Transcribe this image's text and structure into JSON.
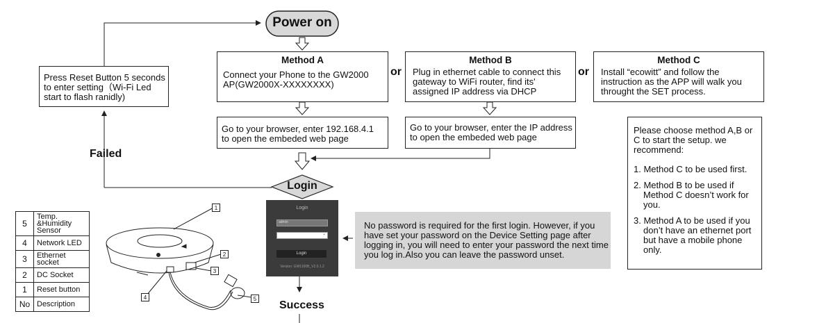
{
  "power_on": "Power on",
  "method_a": {
    "title": "Method A",
    "text": "Connect your Phone to the GW2000 AP(GW2000X-XXXXXXXX)",
    "step2": "Go to your browser, enter 192.168.4.1 to open the embeded web page"
  },
  "method_b": {
    "title": "Method B",
    "text": "Plug in ethernet cable to connect this gateway to WiFi router, find its' assigned IP address via DHCP",
    "step2": "Go to your browser, enter the IP address to open the embeded web page"
  },
  "method_c": {
    "title": "Method C",
    "text": "Install  “ecowitt” and follow the instruction as the APP will walk you throught the SET process."
  },
  "or_label": "or",
  "reset_text": "Press Reset Button 5 seconds to enter setting（Wi-Fi Led start to flash ranidly)",
  "failed": "Failed",
  "login": "Login",
  "success": "Success",
  "login_ui": {
    "title": "Login",
    "field_value": "admin",
    "button": "Login",
    "version": "Version: GW1100B_V2.0.1.2"
  },
  "password_note": "No password is required for the first login. However, if you have set your password on the Device Setting page after logging in, you will need to enter your password the next time you log in.Also you can leave the password unset.",
  "recommend": {
    "intro": "Please choose method A,B or C to start the setup. we recommend:",
    "items": [
      "1. Method C to be used first.",
      "2. Method B to be used if Method C doesn’t work for you.",
      "3. Method A to be used if you don’t have an ethernet port but have a mobile phone only."
    ]
  },
  "legend": [
    {
      "no": "5",
      "desc": "Temp. &Humidity Sensor"
    },
    {
      "no": "4",
      "desc": "Network LED"
    },
    {
      "no": "3",
      "desc": "Ethernet socket"
    },
    {
      "no": "2",
      "desc": "DC Socket"
    },
    {
      "no": "1",
      "desc": "Reset button"
    },
    {
      "no": "No",
      "desc": "Description"
    }
  ],
  "callouts": [
    "1",
    "2",
    "3",
    "4",
    "5"
  ]
}
